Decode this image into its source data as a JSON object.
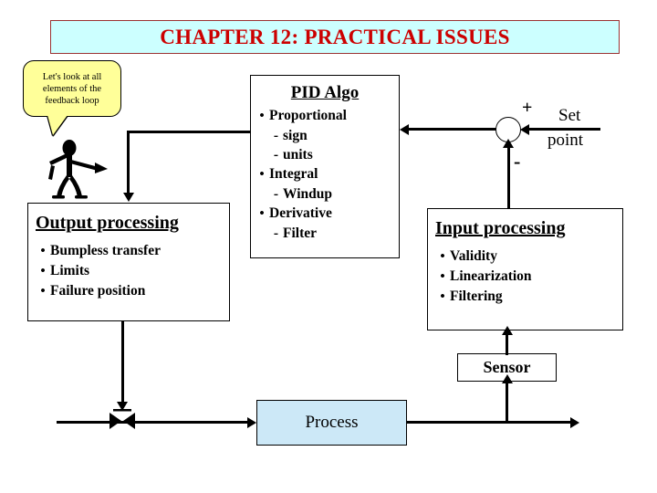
{
  "slide": {
    "title": "CHAPTER 12: PRACTICAL ISSUES",
    "title_bg_color": "#ccffff",
    "title_border_color": "#993333",
    "title_text_color": "#cc0000",
    "background_color": "#ffffff"
  },
  "bubble": {
    "lines": [
      "Let's look at all",
      "elements of the",
      "feedback loop"
    ],
    "fill_color": "#ffff99",
    "stickman_icon": "stick-figure-pointing-icon"
  },
  "pid_block": {
    "heading": "PID Algo",
    "items": [
      {
        "type": "bullet",
        "label": "Proportional"
      },
      {
        "type": "sub",
        "label": "sign"
      },
      {
        "type": "sub",
        "label": "units"
      },
      {
        "type": "bullet",
        "label": "Integral"
      },
      {
        "type": "sub",
        "label": "Windup"
      },
      {
        "type": "bullet",
        "label": "Derivative"
      },
      {
        "type": "sub",
        "label": "Filter"
      }
    ],
    "bullet_glyph": "•",
    "sub_glyph": "-"
  },
  "output_block": {
    "heading": "Output processing",
    "items": [
      "Bumpless transfer",
      "Limits",
      "Failure position"
    ],
    "bullet_glyph": "•"
  },
  "input_block": {
    "heading": "Input processing",
    "items": [
      "Validity",
      "Linearization",
      "Filtering"
    ],
    "bullet_glyph": "•"
  },
  "sensor_block": {
    "label": "Sensor"
  },
  "process_block": {
    "label": "Process",
    "fill_color": "#cce8f7"
  },
  "summing_junction": {
    "plus_sign": "+",
    "minus_sign": "-",
    "setpoint_line1": "Set",
    "setpoint_line2": "point"
  }
}
